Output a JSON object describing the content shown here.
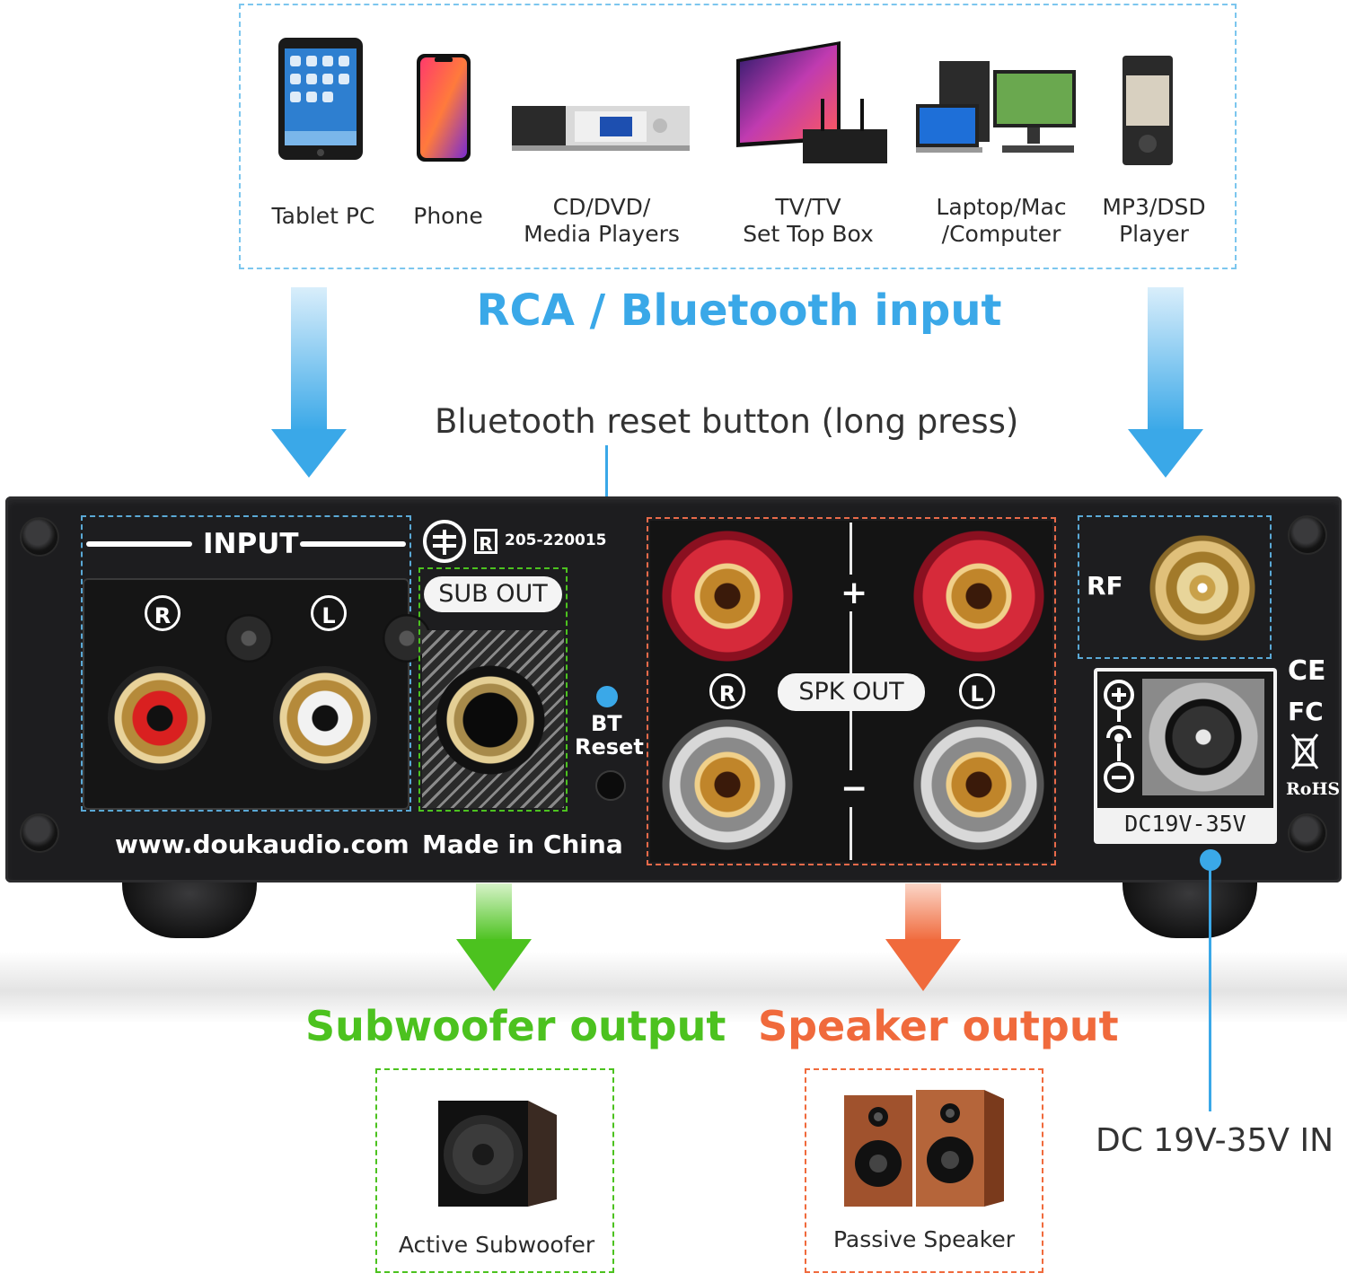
{
  "sources": {
    "devices": [
      {
        "label": "Tablet PC",
        "icon": "tablet-icon"
      },
      {
        "label": "Phone",
        "icon": "phone-icon"
      },
      {
        "label": "CD/DVD/\nMedia Players",
        "icon": "media-player-icon"
      },
      {
        "label": "TV/TV\nSet Top Box",
        "icon": "tv-icon"
      },
      {
        "label": "Laptop/Mac\n/Computer",
        "icon": "computer-icon"
      },
      {
        "label": "MP3/DSD\nPlayer",
        "icon": "mp3-player-icon"
      }
    ],
    "title": "RCA / Bluetooth input"
  },
  "callouts": {
    "bt_reset": "Bluetooth reset button (long press)",
    "dc_in": "DC 19V-35V IN"
  },
  "panel": {
    "input": "INPUT",
    "r": "R",
    "l": "L",
    "cert_code": "205-220015",
    "sub_out": "SUB OUT",
    "bt": "BT",
    "reset": "Reset",
    "plus": "+",
    "minus": "−",
    "spk_out": "SPK OUT",
    "rf": "RF",
    "dc_label": "DC19V-35V",
    "website": "www.doukaudio.com",
    "made_in": "Made in China",
    "ce": "CE",
    "fc": "FC",
    "rohs": "RoHS"
  },
  "outputs": {
    "subwoofer_title": "Subwoofer output",
    "speaker_title": "Speaker output",
    "subwoofer_label": "Active Subwoofer",
    "speaker_label": "Passive Speaker"
  },
  "colors": {
    "blue": "#3aa8e8",
    "green": "#4cc21f",
    "orange": "#f06a3c",
    "panel": "#1d1d1f"
  }
}
